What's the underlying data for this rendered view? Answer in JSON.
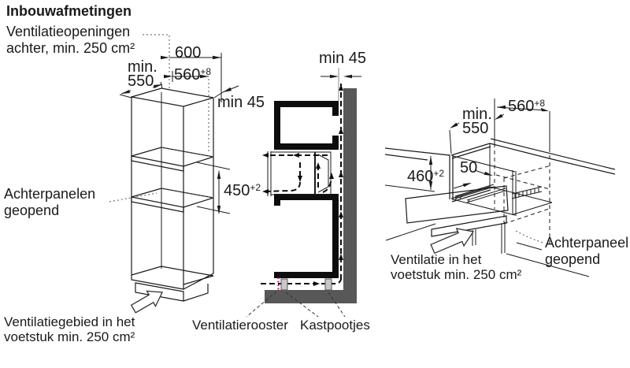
{
  "title": "Inbouwafmetingen",
  "colors": {
    "wall_fill": "#585858",
    "floor_fill": "#585858",
    "grille_marker": "#e0007a",
    "line": "#1a1a1a"
  },
  "labels": {
    "vent_back_l1": "Ventilatieopeningen",
    "vent_back_l2": "achter, min. 250 cm²",
    "back_panels_open_l1": "Achterpanelen",
    "back_panels_open_l2": "geopend",
    "vent_area_l1": "Ventilatiegebied in het",
    "vent_area_l2": "voetstuk min. 250 cm²",
    "vent_grille": "Ventilatierooster",
    "feet": "Kastpootjes",
    "vent_plinth_l1": "Ventilatie in het",
    "vent_plinth_l2": "voetstuk min. 250 cm²",
    "back_panel_open_l1": "Achterpaneel",
    "back_panel_open_l2": "geopend"
  },
  "dims": {
    "left": {
      "depth_min_l1": "min.",
      "depth_min_l2": "550",
      "width_outer": "600",
      "width_niche": "560",
      "width_niche_tol": "+8",
      "rear_gap": "min 45",
      "niche_height": "450",
      "niche_height_tol": "+2"
    },
    "middle": {
      "rear_gap": "min 45"
    },
    "right": {
      "depth_min_l1": "min.",
      "depth_min_l2": "550",
      "width_niche": "560",
      "width_niche_tol": "+8",
      "niche_height": "460",
      "niche_height_tol": "+2",
      "front_clearance": "50"
    }
  }
}
